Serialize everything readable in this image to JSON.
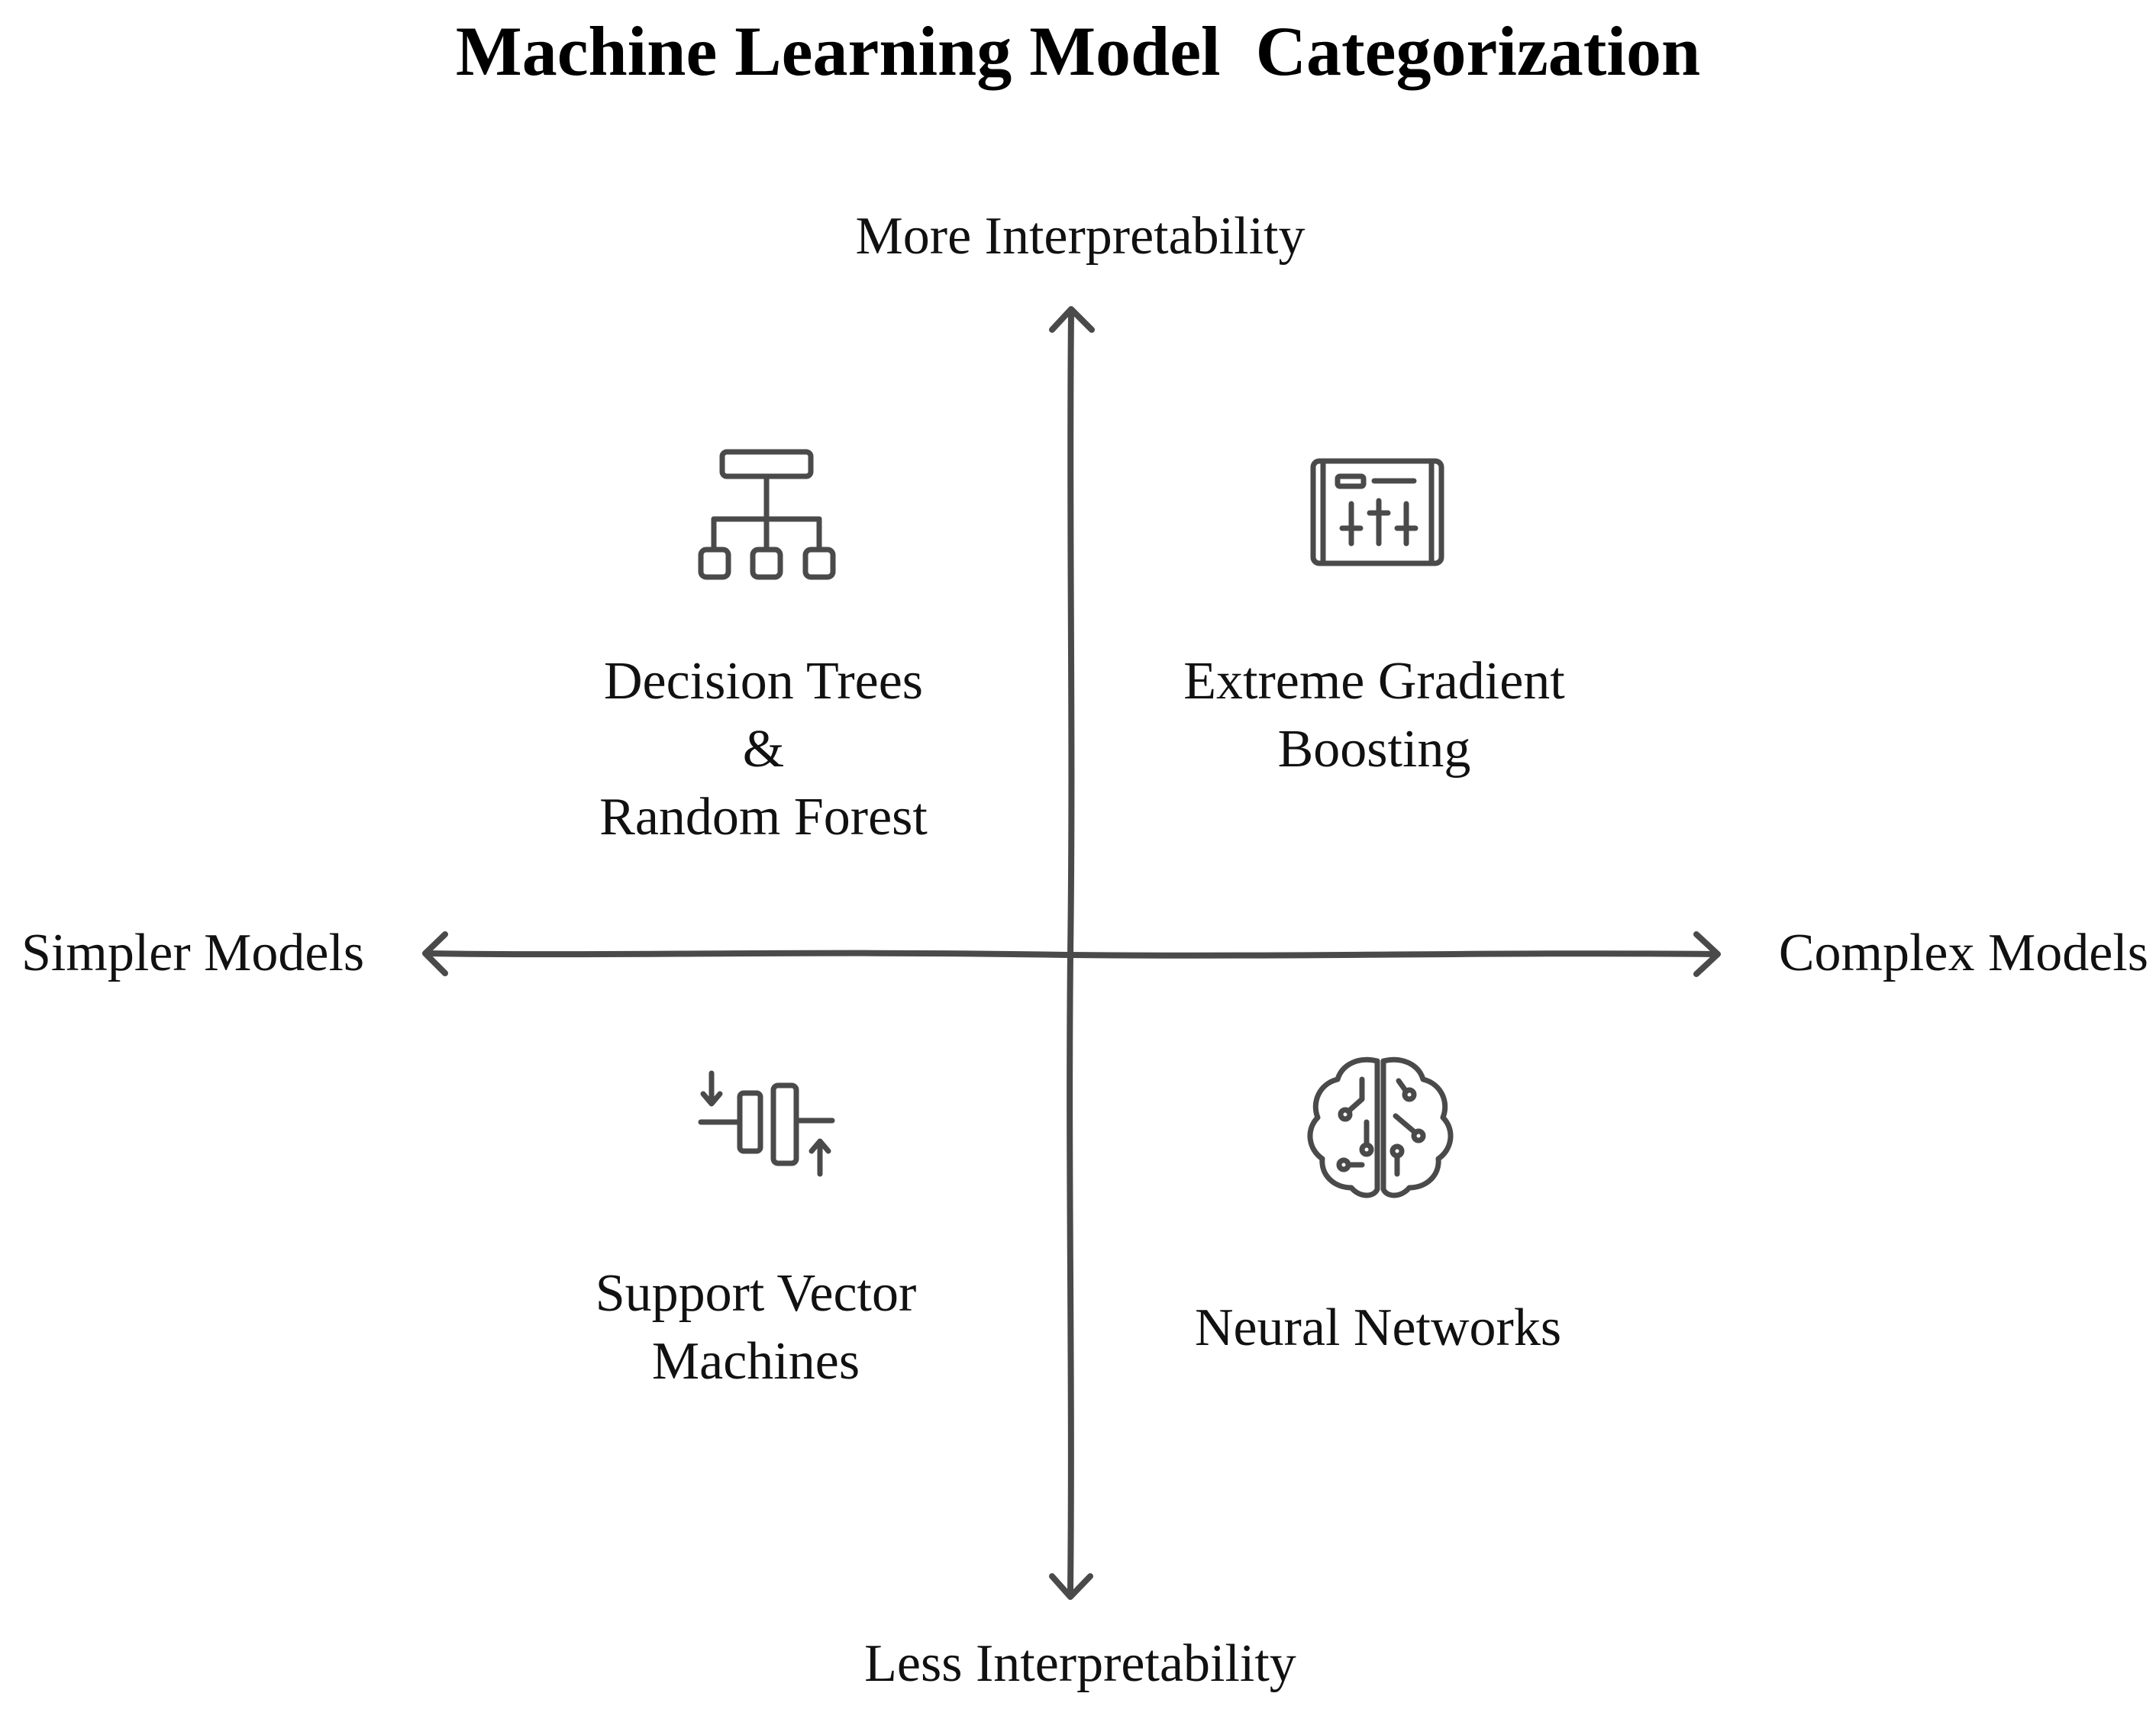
{
  "title": "Machine Learning Model  Categorization",
  "axes": {
    "top": "More Interpretability",
    "bottom": "Less Interpretability",
    "left": "Simpler Models",
    "right": "Complex Models"
  },
  "quadrants": {
    "top_left": {
      "lines": [
        "Decision Trees",
        "&",
        "Random Forest"
      ],
      "icon": "hierarchy-tree-icon"
    },
    "top_right": {
      "lines": [
        "Extreme Gradient",
        "Boosting"
      ],
      "icon": "control-panel-sliders-icon"
    },
    "bottom_left": {
      "lines": [
        "Support Vector",
        "Machines"
      ],
      "icon": "margin-separator-icon"
    },
    "bottom_right": {
      "lines": [
        "Neural Networks"
      ],
      "icon": "circuit-brain-icon"
    }
  },
  "colors": {
    "ink": "#4a4a4a",
    "text": "#111111"
  }
}
